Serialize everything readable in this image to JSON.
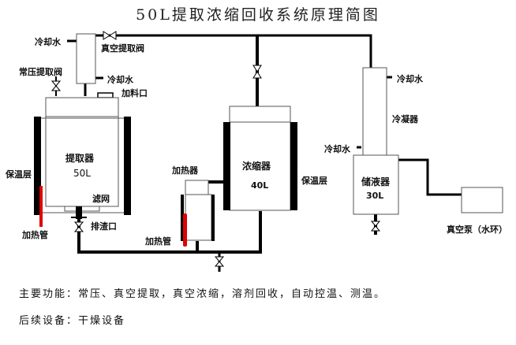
{
  "title": "50L提取浓缩回收系统原理简图",
  "labels": {
    "cooling_water_top_left": "冷却水",
    "vacuum_extract_valve": "真空提取阀",
    "atmospheric_extract_valve": "常压提取阀",
    "cooling_water_left_cond": "冷却水",
    "feed_port": "加料口",
    "extractor_name": "提取器",
    "extractor_volume": "50L",
    "insulation_left": "保温层",
    "filter_screen": "滤网",
    "heating_tube_left": "加热管",
    "slag_outlet": "排渣口",
    "heater": "加热器",
    "heating_tube_mid": "加热管",
    "concentrator_name": "浓缩器",
    "concentrator_volume": "40L",
    "insulation_mid": "保温层",
    "cooling_water_condenser_top": "冷却水",
    "condenser": "冷凝器",
    "cooling_water_condenser_bottom": "冷却水",
    "receiver_name": "储液器",
    "receiver_volume": "30L",
    "vacuum_pump": "真空泵（水环）"
  },
  "description": {
    "main_functions": "主要功能：常压、真空提取，真空浓缩，溶剂回收，自动控温、测温。",
    "follow_up": "后续设备：干燥设备"
  },
  "colors": {
    "line": "#000000",
    "heating_tube": "#e00000",
    "vessel_stroke": "#555555"
  }
}
